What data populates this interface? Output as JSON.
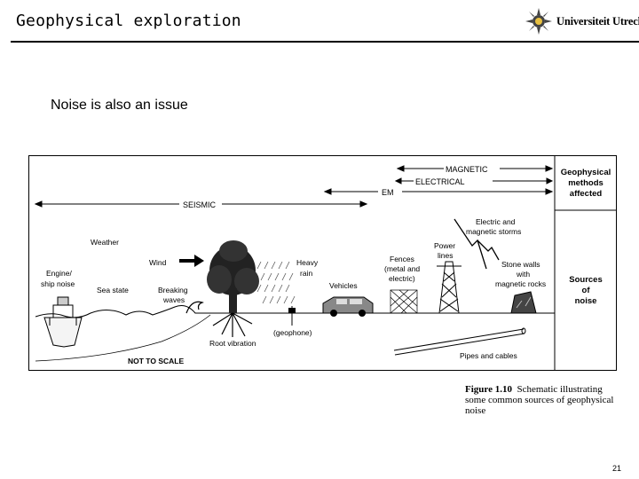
{
  "header": {
    "title": "Geophysical exploration",
    "university": "Universiteit Utrecht"
  },
  "slide": {
    "subtitle": "Noise is also an issue",
    "page_number": "21"
  },
  "figure": {
    "methods": {
      "magnetic": "MAGNETIC",
      "electrical": "ELECTRICAL",
      "em": "EM",
      "seismic": "SEISMIC"
    },
    "right_panel": {
      "methods_affected": [
        "Geophysical",
        "methods",
        "affected"
      ],
      "sources_of_noise": [
        "Sources",
        "of",
        "noise"
      ]
    },
    "labels": {
      "weather": "Weather",
      "wind": "Wind",
      "engine": [
        "Engine/",
        "ship noise"
      ],
      "sea_state": "Sea state",
      "breaking_waves": [
        "Breaking",
        "waves"
      ],
      "heavy_rain": [
        "Heavy",
        "rain"
      ],
      "vehicles": "Vehicles",
      "geophone": "(geophone)",
      "root_vibration": "Root vibration",
      "not_to_scale": "NOT TO SCALE",
      "fences": [
        "Fences",
        "(metal and",
        "electric)"
      ],
      "power_lines": [
        "Power",
        "lines"
      ],
      "storms": [
        "Electric and",
        "magnetic storms"
      ],
      "stone_walls": [
        "Stone walls",
        "with",
        "magnetic rocks"
      ],
      "pipes": "Pipes and cables"
    },
    "caption": {
      "figure_label": "Figure 1.10",
      "text": "Schematic illustrating some common sources of geophysical noise"
    }
  }
}
